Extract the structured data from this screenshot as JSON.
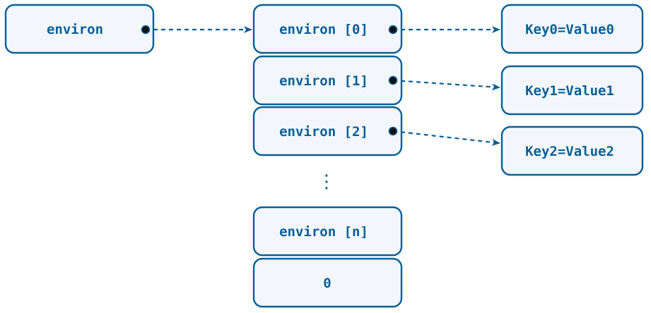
{
  "colors": {
    "stroke": "#0a5f96",
    "fill": "#f3f7fb",
    "text": "#0a5f96",
    "dot": "#111111"
  },
  "env_var": {
    "label": "environ"
  },
  "array": {
    "cells": [
      "environ [0]",
      "environ [1]",
      "environ [2]",
      "environ [n]",
      "0"
    ],
    "ellipsis": "⋮"
  },
  "strings": [
    "Key0=Value0",
    "Key1=Value1",
    "Key2=Value2"
  ]
}
